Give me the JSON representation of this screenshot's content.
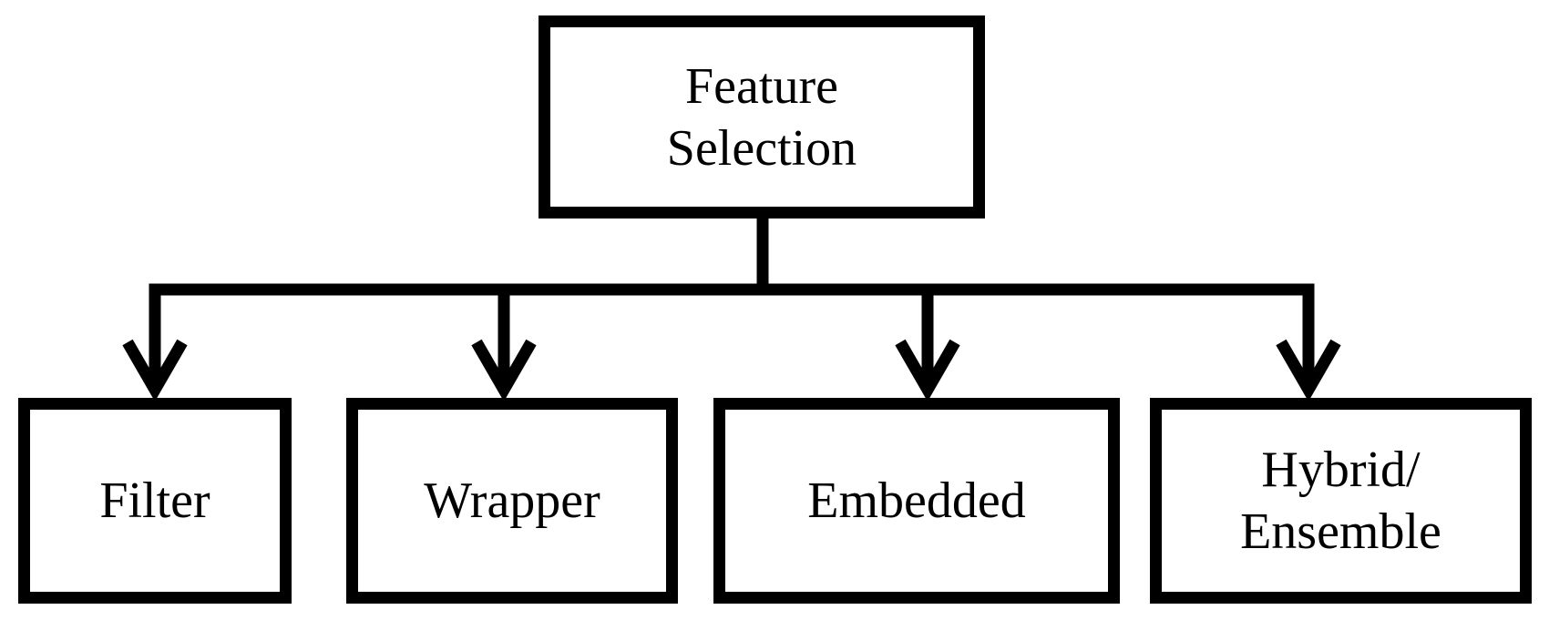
{
  "diagram": {
    "root": {
      "line1": "Feature",
      "line2": "Selection"
    },
    "children": [
      {
        "label": "Filter"
      },
      {
        "label": "Wrapper"
      },
      {
        "label": "Embedded"
      },
      {
        "line1": "Hybrid/",
        "line2": "Ensemble"
      }
    ]
  }
}
